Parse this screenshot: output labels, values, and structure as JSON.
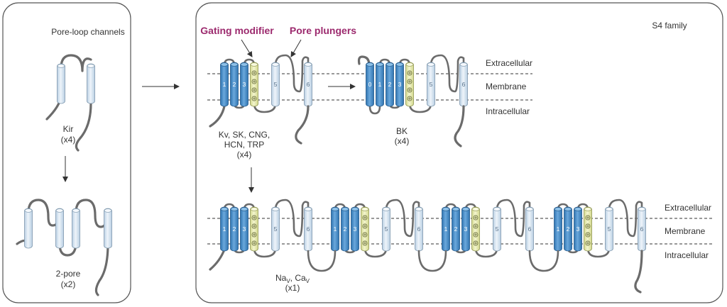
{
  "panels": {
    "left": {
      "title": "Pore-loop channels",
      "kir_label": "Kir",
      "kir_count": "(x4)",
      "two_pore_label": "2-pore",
      "two_pore_count": "(x2)"
    },
    "right": {
      "title": "S4 family",
      "gating_modifier": "Gating modifier",
      "pore_plungers": "Pore plungers",
      "kv_line1": "Kv, SK, CNG,",
      "kv_line2": "HCN, TRP",
      "kv_count": "(x4)",
      "bk_label": "BK",
      "bk_count": "(x4)",
      "nav_label": "NaV, CaV",
      "nav_count": "(x1)",
      "extracellular": "Extracellular",
      "membrane": "Membrane",
      "intracellular": "Intracellular"
    }
  },
  "segment_numbers": {
    "s0": "0",
    "s1": "1",
    "s2": "2",
    "s3": "3",
    "s5": "5",
    "s6": "6"
  },
  "colors": {
    "panel_border": "#555555",
    "dark_blue_segment": "#4a90c8",
    "light_blue_segment": "#d6e4f0",
    "s4_segment": "#e8ebb0",
    "loop_line": "#6b6b6b",
    "highlight_text": "#9c2a6e",
    "dashed_line": "#333333"
  }
}
